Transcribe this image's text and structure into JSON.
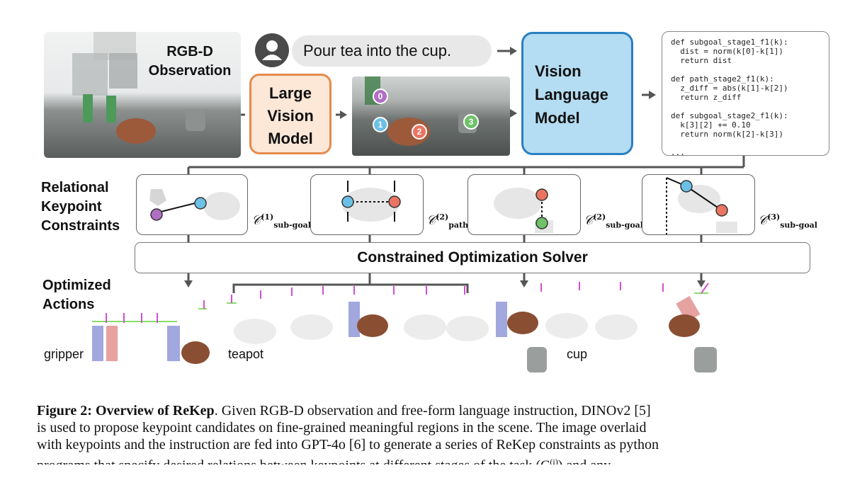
{
  "stages": {
    "observation_label": [
      "RGB-D",
      "Observation"
    ],
    "instruction": "Pour tea into the cup.",
    "lvm_label": [
      "Large",
      "Vision",
      "Model"
    ],
    "vlm_label": [
      "Vision",
      "Language",
      "Model"
    ],
    "keypoints": [
      "0",
      "1",
      "2",
      "3"
    ],
    "code_lines": [
      "def subgoal_stage1_f1(k):",
      "  dist = norm(k[0]-k[1])",
      "  return dist",
      "",
      "def path_stage2_f1(k):",
      "  z_diff = abs(k[1]-k[2])",
      "  return z_diff",
      "",
      "def subgoal_stage2_f1(k):",
      "  k[3][2] += 0.10",
      "  return norm(k[2]-k[3])",
      "",
      "..."
    ]
  },
  "constraints": {
    "label": [
      "Relational",
      "Keypoint",
      "Constraints"
    ],
    "items": [
      {
        "sup": "(1)",
        "sub": "sub-goal"
      },
      {
        "sup": "(2)",
        "sub": "path"
      },
      {
        "sup": "(2)",
        "sub": "sub-goal"
      },
      {
        "sup": "(3)",
        "sub": "sub-goal"
      }
    ]
  },
  "solver_label": "Constrained Optimization Solver",
  "actions": {
    "label": [
      "Optimized",
      "Actions"
    ],
    "objects": [
      "gripper",
      "teapot",
      "cup"
    ]
  },
  "caption": {
    "title": "Figure 2: Overview of ReKep",
    "lines": [
      ". Given RGB-D observation and free-form language instruction, DINOv2 [5]",
      "is used to propose keypoint candidates on fine-grained meaningful regions in the scene. The image overlaid",
      "with keypoints and the instruction are fed into GPT-4o [6] to generate a series of ReKep constraints as python",
      "programs that specify desired relations between keypoints at different stages of the task (C",
      ") and any"
    ],
    "tail_sup": "(i)"
  },
  "colors": {
    "lvm_fill": "#fde7d7",
    "lvm_border": "#e58b4c",
    "vlm_fill": "#b4dcf2",
    "vlm_border": "#2a7fc2",
    "kp_purple": "#b06fc4",
    "kp_blue": "#6cc0e6",
    "kp_red": "#ea7462",
    "kp_green": "#6fc16a"
  }
}
